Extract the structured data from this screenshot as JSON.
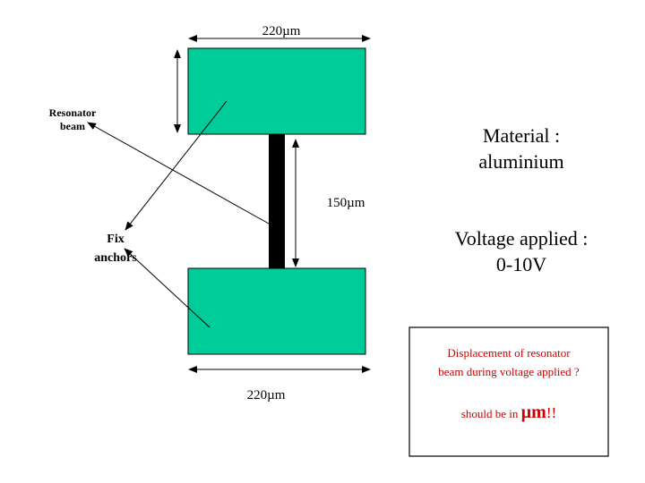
{
  "dimensions": {
    "top_width": "220µm",
    "beam_length": "150µm",
    "bottom_width": "220µm"
  },
  "labels": {
    "resonator_line1": "Resonator",
    "resonator_line2": "beam",
    "fix_line1": "Fix",
    "fix_line2": "anchors"
  },
  "material": {
    "line1": "Material :",
    "line2": "aluminium"
  },
  "voltage": {
    "line1": "Voltage applied :",
    "line2": "0-10V"
  },
  "note": {
    "line1": "Displacement of resonator",
    "line2": "beam during voltage applied ?",
    "line3_prefix": "should be in ",
    "unit": "µm",
    "suffix": "!!"
  },
  "colors": {
    "anchor": "#00CC99",
    "beam": "#000000",
    "note_text": "#CC0000"
  }
}
